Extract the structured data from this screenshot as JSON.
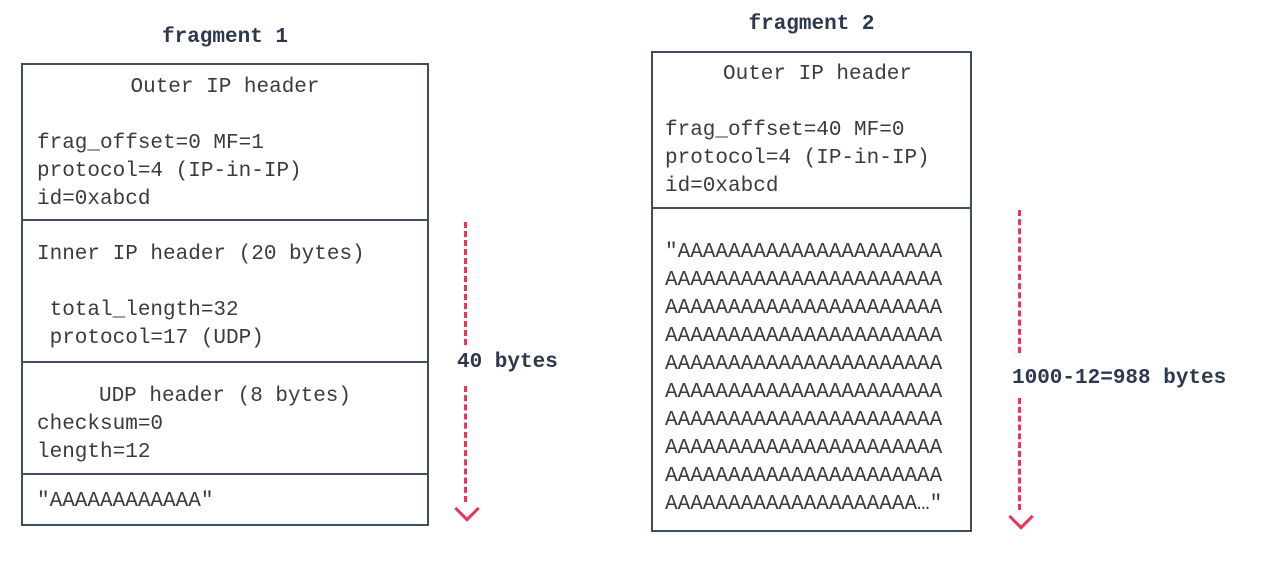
{
  "colors": {
    "box_border": "#3f4d63",
    "body_text": "#3b3b3b",
    "title_text": "#2b3850",
    "arrow": "#ee3456"
  },
  "fragment1": {
    "title": "fragment 1",
    "outer_header": {
      "heading": "Outer IP header",
      "line1": "frag_offset=0 MF=1",
      "line2": "protocol=4 (IP-in-IP)",
      "line3": "id=0xabcd"
    },
    "inner_header": {
      "heading": "Inner IP header (20 bytes)",
      "line1": " total_length=32",
      "line2": " protocol=17 (UDP)"
    },
    "udp_header": {
      "heading": "UDP header (8 bytes)",
      "line1": "checksum=0",
      "line2": "length=12"
    },
    "payload": "\"AAAAAAAAAAAA\"",
    "size_label": "40 bytes"
  },
  "fragment2": {
    "title": "fragment 2",
    "outer_header": {
      "heading": "Outer IP header",
      "line1": "frag_offset=40 MF=0",
      "line2": "protocol=4 (IP-in-IP)",
      "line3": "id=0xabcd"
    },
    "payload_lines": [
      "\"AAAAAAAAAAAAAAAAAAAAA",
      "AAAAAAAAAAAAAAAAAAAAAA",
      "AAAAAAAAAAAAAAAAAAAAAA",
      "AAAAAAAAAAAAAAAAAAAAAA",
      "AAAAAAAAAAAAAAAAAAAAAA",
      "AAAAAAAAAAAAAAAAAAAAAA",
      "AAAAAAAAAAAAAAAAAAAAAA",
      "AAAAAAAAAAAAAAAAAAAAAA",
      "AAAAAAAAAAAAAAAAAAAAAA",
      "AAAAAAAAAAAAAAAAAAAA…\""
    ],
    "size_label": "1000-12=988 bytes"
  }
}
